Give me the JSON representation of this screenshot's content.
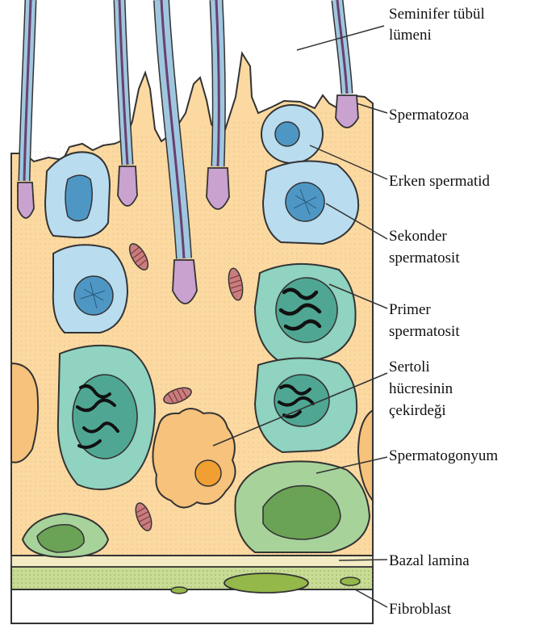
{
  "labels": {
    "lumen": [
      "Seminifer tübül",
      "lümeni"
    ],
    "spermatozoa": "Spermatozoa",
    "early_spermatid": "Erken spermatid",
    "secondary_spermatocyte": [
      "Sekonder",
      "spermatosit"
    ],
    "primary_spermatocyte": [
      "Primer",
      "spermatosit"
    ],
    "sertoli_nucleus": [
      "Sertoli",
      "hücresinin",
      "çekirdeği"
    ],
    "spermatogonium": "Spermatogonyum",
    "basal_lamina": "Bazal lamina",
    "fibroblast": "Fibroblast"
  },
  "colors": {
    "sertoli_cytoplasm": "#fbd9a1",
    "spermatid": "#b9dcef",
    "spermatid_nucleus": "#4e97c4",
    "spermatocyte": "#8fd3c0",
    "spermatogonium": "#a7d39b",
    "spermatogonium_nucleus": "#6aa256",
    "sperm_head": "#c9a2cf",
    "sperm_tail_outer": "#9fc7e0",
    "sperm_tail_inner": "#6a3f6e",
    "mitochondria": "#c97d7f",
    "sertoli_nucleus": "#f6c27c",
    "nucleolus": "#f0a033",
    "basal_lamina": "#f3ebc3",
    "fibroblast_layer": "#c8dc96",
    "fibroblast_nucleus": "#94b84a",
    "outline": "#333333"
  }
}
